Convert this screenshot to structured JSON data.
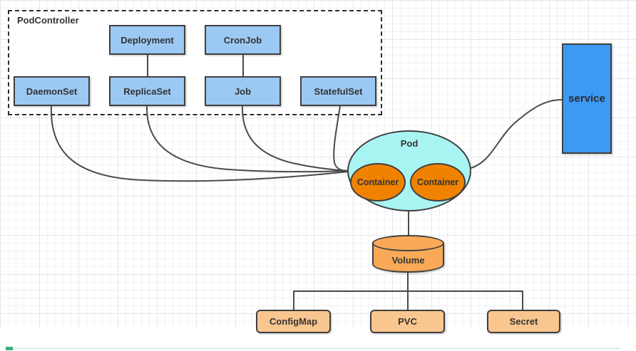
{
  "diagram": {
    "type": "kubernetes-architecture-flowchart",
    "labels": {
      "pod_controller": "PodController",
      "deployment": "Deployment",
      "cronjob": "CronJob",
      "daemonset": "DaemonSet",
      "replicaset": "ReplicaSet",
      "job": "Job",
      "statefulset": "StatefulSet",
      "pod": "Pod",
      "container_1": "Container",
      "container_2": "Container",
      "service": "service",
      "volume": "Volume",
      "configmap": "ConfigMap",
      "pvc": "PVC",
      "secret": "Secret"
    },
    "groups": [
      {
        "name": "PodController",
        "members": [
          "Deployment",
          "CronJob",
          "DaemonSet",
          "ReplicaSet",
          "Job",
          "StatefulSet"
        ]
      },
      {
        "name": "Pod",
        "members": [
          "Container",
          "Container"
        ]
      }
    ],
    "edges": [
      {
        "from": "Deployment",
        "to": "ReplicaSet"
      },
      {
        "from": "CronJob",
        "to": "Job"
      },
      {
        "from": "DaemonSet",
        "to": "Pod"
      },
      {
        "from": "ReplicaSet",
        "to": "Pod"
      },
      {
        "from": "Job",
        "to": "Pod"
      },
      {
        "from": "StatefulSet",
        "to": "Pod"
      },
      {
        "from": "Pod",
        "to": "service"
      },
      {
        "from": "Pod",
        "to": "Volume"
      },
      {
        "from": "Volume",
        "to": "ConfigMap"
      },
      {
        "from": "Volume",
        "to": "PVC"
      },
      {
        "from": "Volume",
        "to": "Secret"
      }
    ],
    "colors": {
      "controller_node_fill": "#9cc9f3",
      "service_fill": "#3d9af4",
      "pod_fill": "#a8f4f2",
      "container_fill": "#f08200",
      "volume_fill": "#f9a957",
      "storage_node_fill": "#fac68f",
      "node_border": "#404040",
      "edge_stroke": "#4a4a4a",
      "grid_line": "#f1f2f4",
      "progress_fill": "#3bae7f",
      "progress_track": "#e2f1ea"
    }
  }
}
